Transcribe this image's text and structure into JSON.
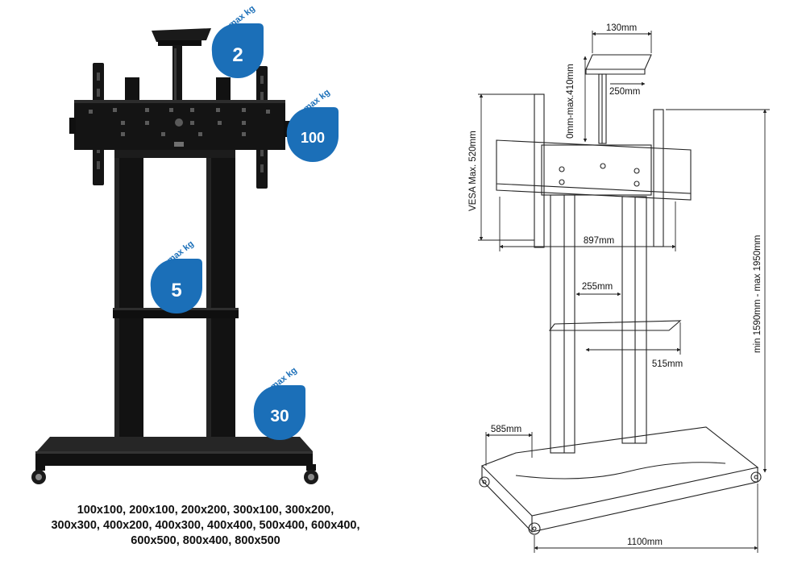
{
  "badges": {
    "label": "max kg",
    "top": "2",
    "mount": "100",
    "shelf": "5",
    "base": "30"
  },
  "colors": {
    "badge_blue": "#1b6fb8",
    "stand_black": "#121212",
    "line": "#222222"
  },
  "vesa": {
    "lines": [
      "100x100, 200x100, 200x200, 300x100, 300x200,",
      "300x300, 400x200, 400x300, 400x400, 500x400, 600x400,",
      "600x500, 800x400, 800x500"
    ]
  },
  "dimensions": {
    "camera_width": "130mm",
    "camera_depth": "250mm",
    "camera_height": "0mm-max.410mm",
    "vesa_max": "VESA Max. 520mm",
    "mount_width": "897mm",
    "pole_gap": "255mm",
    "shelf_width": "515mm",
    "base_depth": "585mm",
    "base_width": "1100mm",
    "total_height": "min 1590mm -  max 1950mm"
  }
}
